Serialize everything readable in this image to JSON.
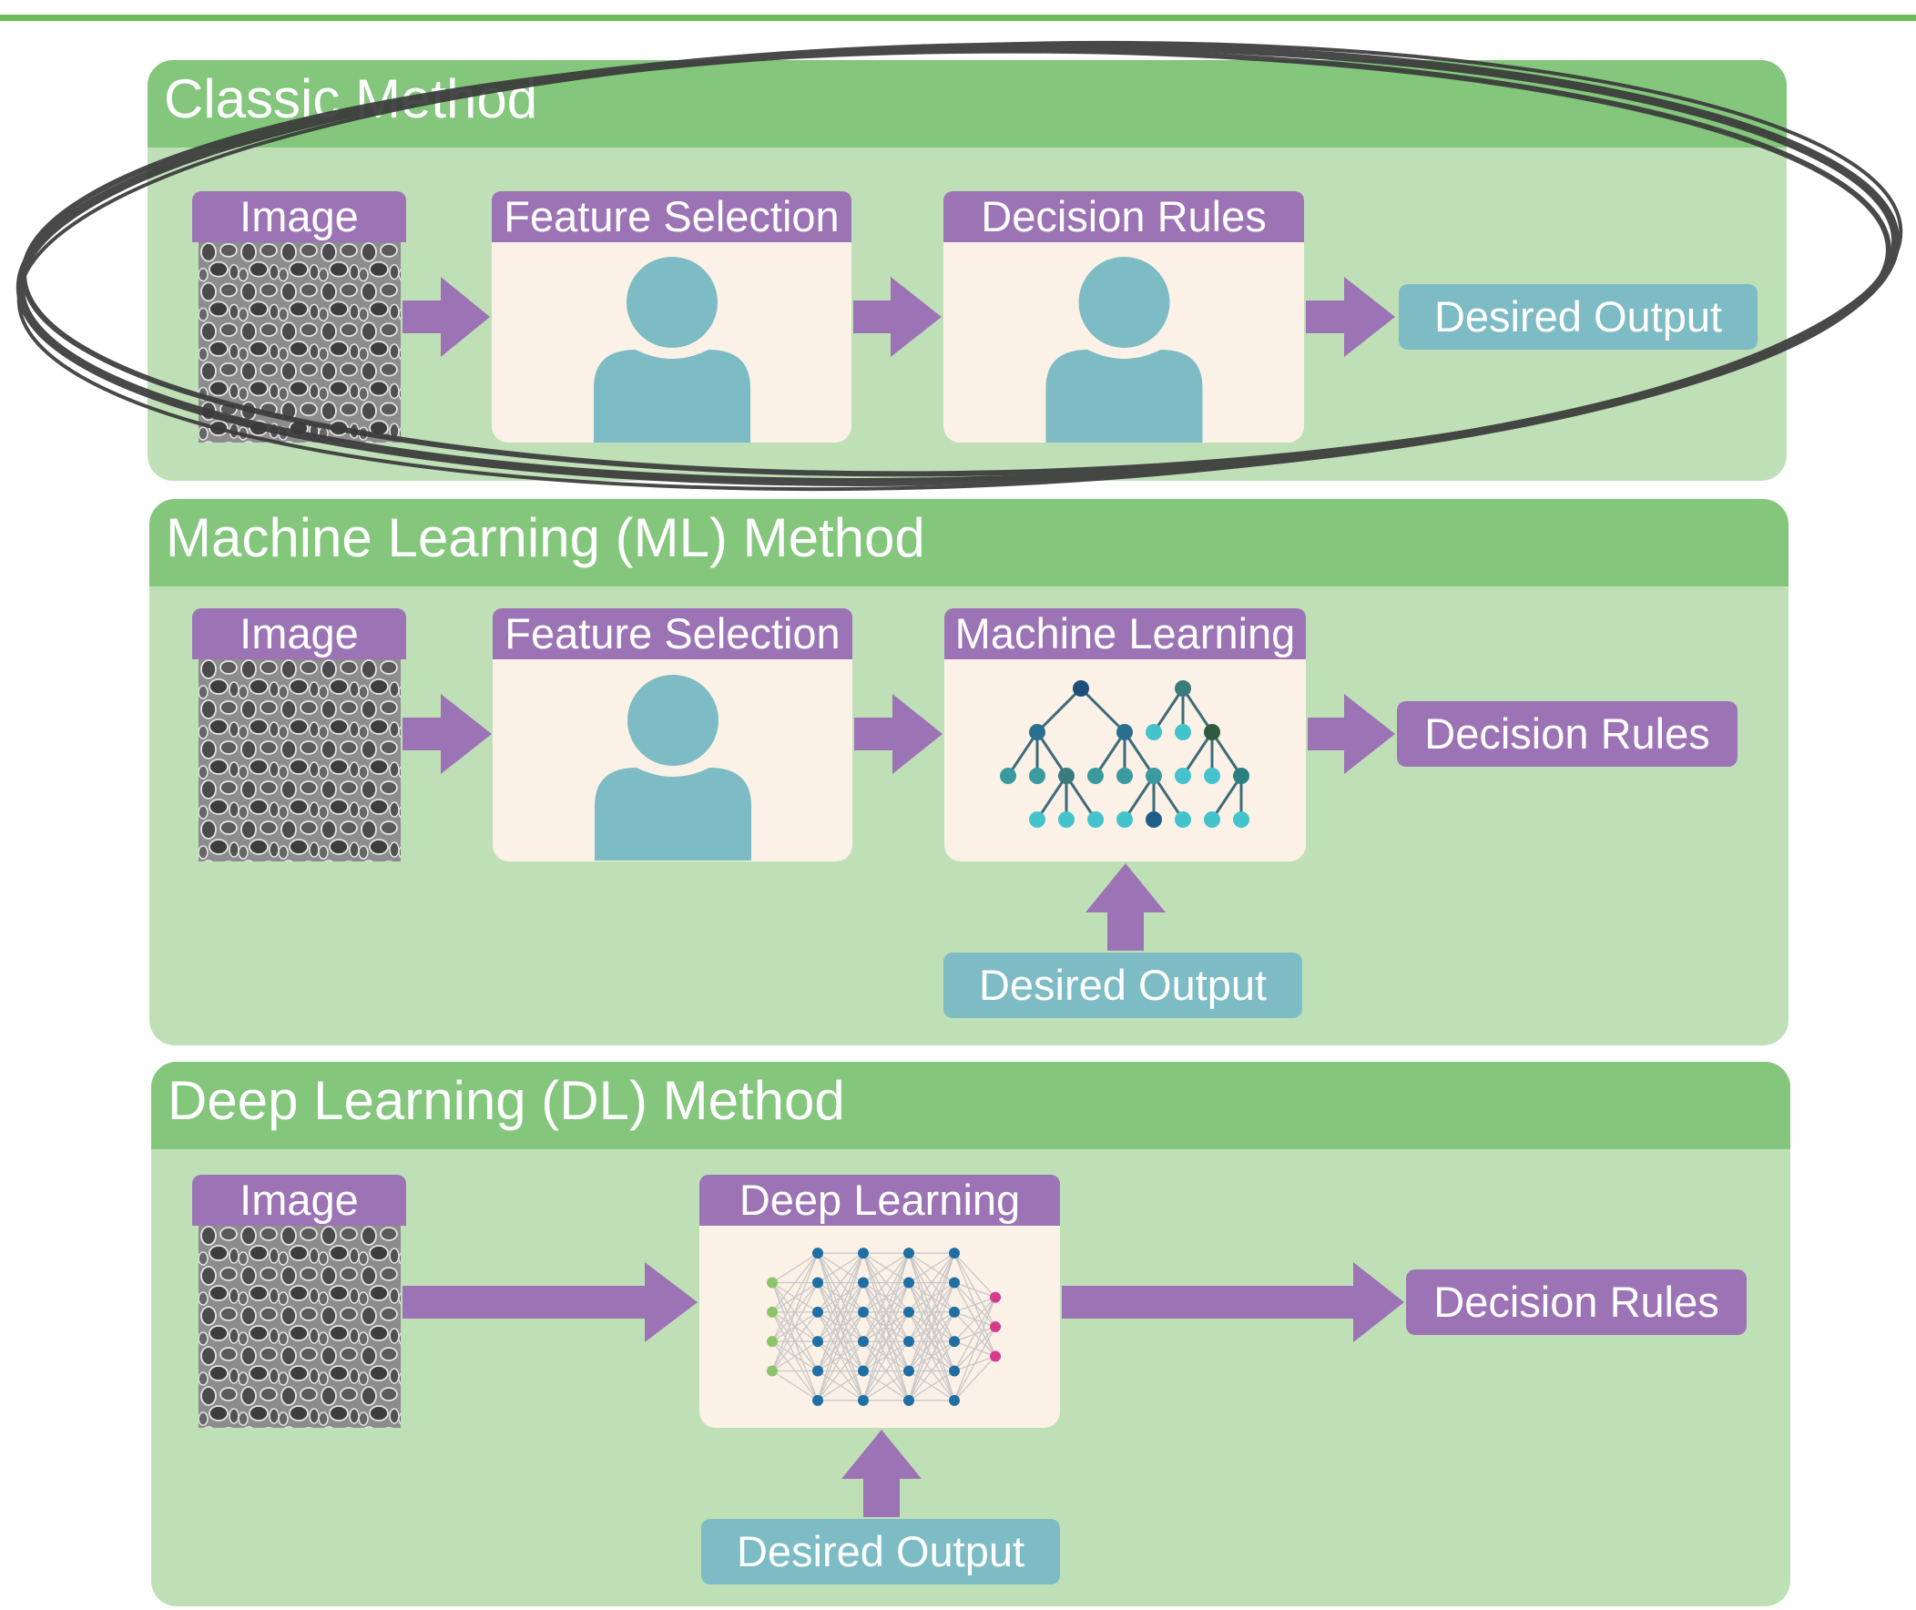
{
  "panels": {
    "classic": {
      "title": "Classic Method",
      "image_label": "Image",
      "step1": "Feature Selection",
      "step2": "Decision Rules",
      "output": "Desired Output"
    },
    "ml": {
      "title": "Machine Learning (ML) Method",
      "image_label": "Image",
      "step1": "Feature Selection",
      "step2": "Machine Learning",
      "output": "Decision Rules",
      "supervision": "Desired Output"
    },
    "dl": {
      "title": "Deep Learning (DL) Method",
      "image_label": "Image",
      "step1": "Deep Learning",
      "output": "Decision Rules",
      "supervision": "Desired Output"
    }
  },
  "colors": {
    "panel_bg": "#bfe0b7",
    "panel_header": "#83c67c",
    "label_purple": "#9c74b5",
    "output_teal": "#7dbcc4",
    "card_bg": "#fcf1e6",
    "arrow": "#9c74b5",
    "person": "#7dbcc4"
  },
  "icons": {
    "person": "person-icon",
    "tree": "decision-tree-icon",
    "network": "neural-network-icon",
    "cells": "cell-microscopy-icon"
  }
}
